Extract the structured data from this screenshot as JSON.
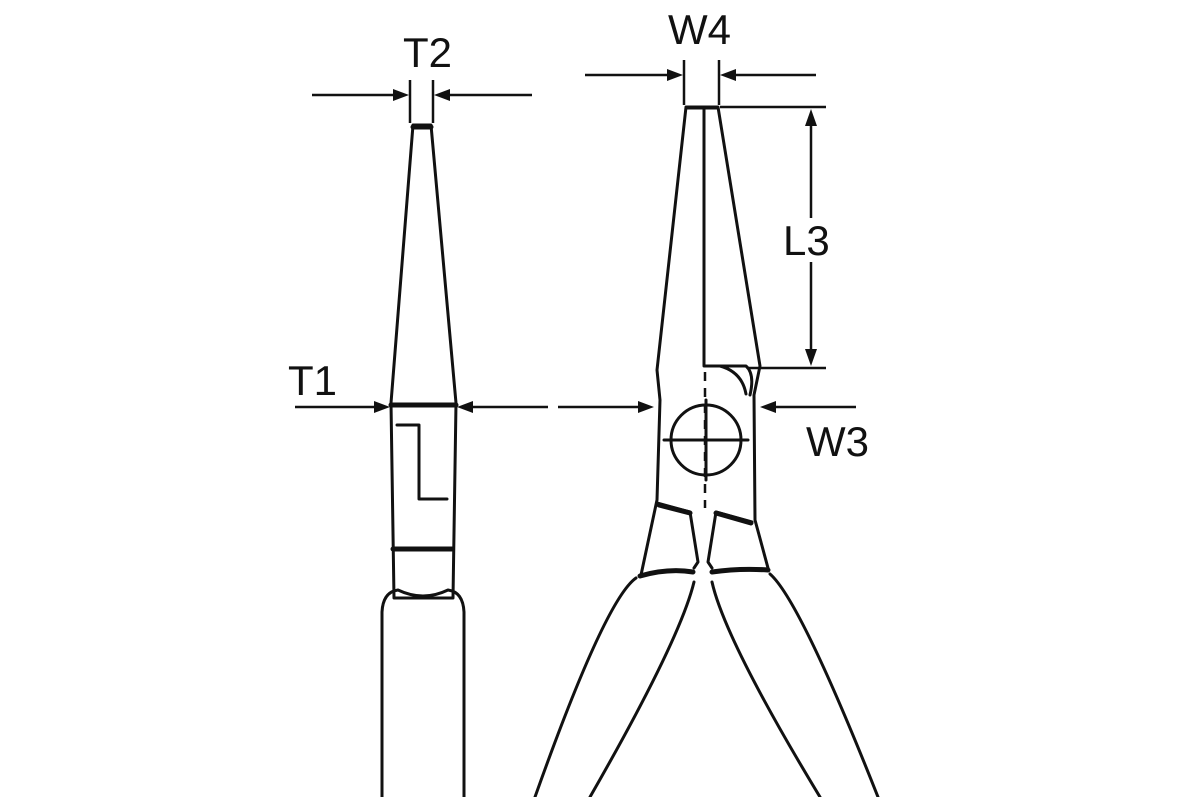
{
  "labels": {
    "t2": "T2",
    "t1": "T1",
    "w4": "W4",
    "l3": "L3",
    "w3": "W3"
  },
  "colors": {
    "line": "#111111",
    "background": "#ffffff"
  }
}
